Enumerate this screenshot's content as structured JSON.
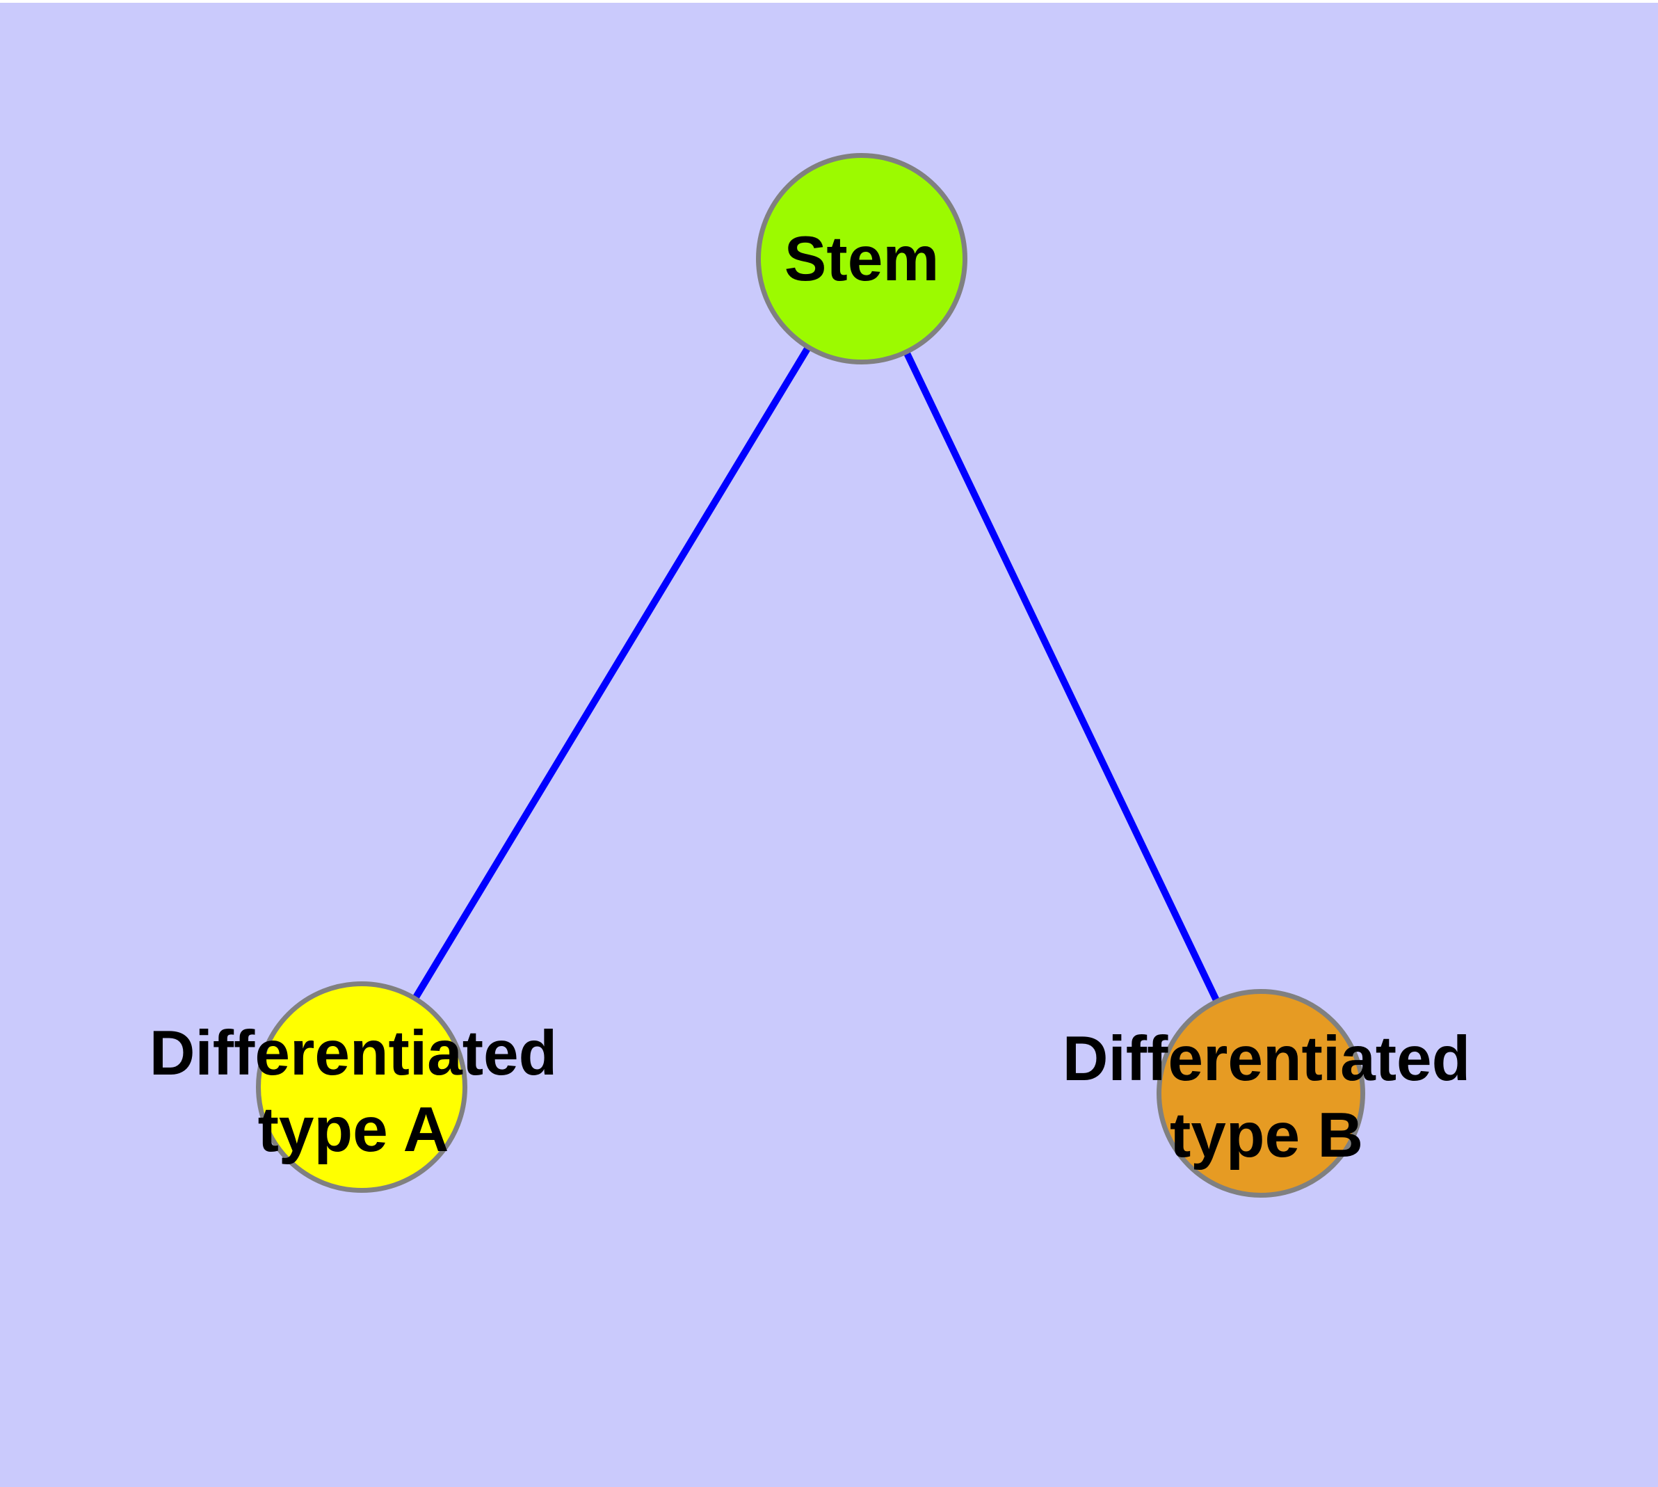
{
  "diagram": {
    "type": "graph",
    "background_color": "#cacafc",
    "top_margin_color": "#ffffff",
    "edge_color": "#0000ff",
    "node_border_color": "#808080",
    "label_color": "#000000",
    "nodes": [
      {
        "id": "stem",
        "label": "Stem",
        "color": "#9cfa00"
      },
      {
        "id": "differentiated-type-a",
        "label": "Differentiated\ntype A",
        "color": "#ffff00"
      },
      {
        "id": "differentiated-type-b",
        "label": "Differentiated\ntype B",
        "color": "#e69b23"
      }
    ],
    "edges": [
      {
        "from": "stem",
        "to": "differentiated-type-a"
      },
      {
        "from": "stem",
        "to": "differentiated-type-b"
      }
    ]
  }
}
